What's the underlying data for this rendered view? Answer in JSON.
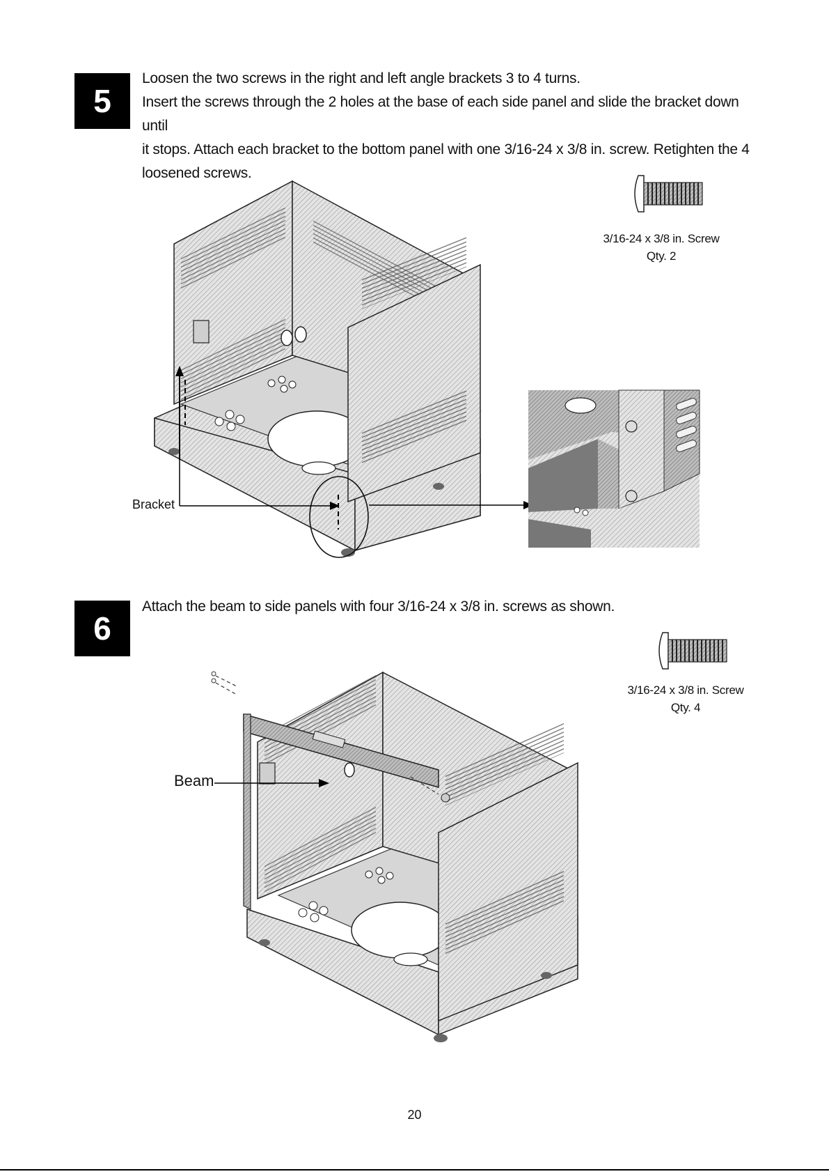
{
  "steps": [
    {
      "number": "5",
      "lines": [
        "Loosen the two screws in the right and left angle brackets 3 to 4 turns.",
        "Insert the screws through the 2 holes at the base of each side panel and slide the bracket down until",
        "it stops. Attach each bracket to the bottom panel with one 3/16-24 x 3/8 in. screw. Retighten the 4",
        "loosened screws."
      ],
      "part": {
        "name": "3/16-24 x 3/8 in. Screw",
        "qty": "Qty. 2"
      },
      "callout": "Bracket"
    },
    {
      "number": "6",
      "lines": [
        "Attach the beam to side panels with four 3/16-24 x 3/8 in. screws as shown."
      ],
      "part": {
        "name": "3/16-24 x 3/8 in. Screw",
        "qty": "Qty. 4"
      },
      "callout": "Beam"
    }
  ],
  "page_number": "20"
}
